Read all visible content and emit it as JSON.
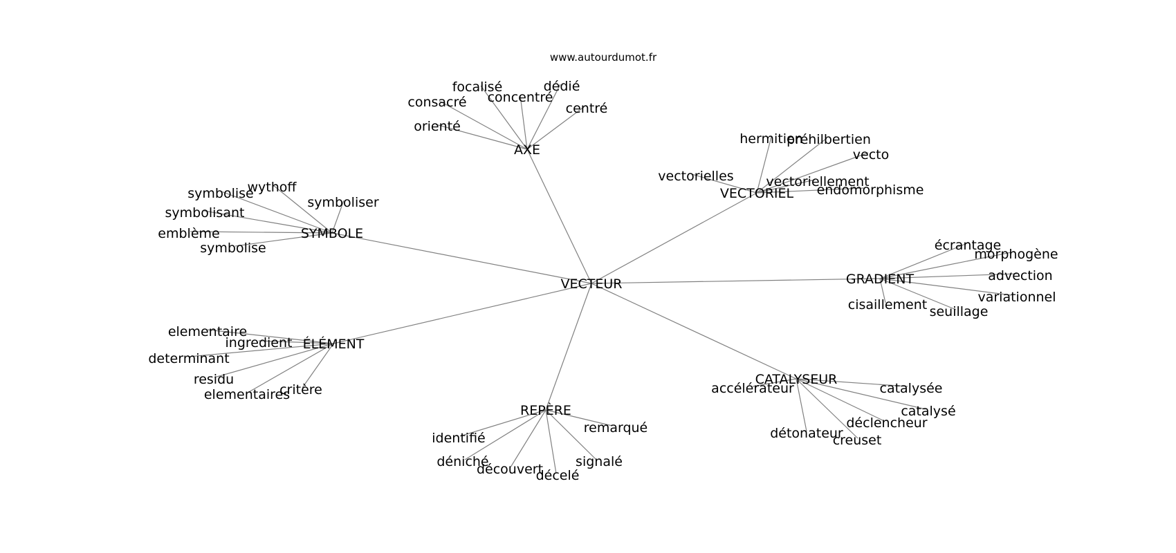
{
  "header": {
    "credit": "www.autourdumot.fr"
  },
  "graph": {
    "center": "VECTEUR",
    "hubs": [
      {
        "id": "axe",
        "label": "AXE",
        "leaves": [
          "focalisé",
          "dédié",
          "consacré",
          "concentré",
          "centré",
          "orienté"
        ]
      },
      {
        "id": "vectoriel",
        "label": "VECTORIEL",
        "leaves": [
          "hermitien",
          "préhilbertien",
          "vecto",
          "vectorielles",
          "vectoriellement",
          "endomorphisme"
        ]
      },
      {
        "id": "symbole",
        "label": "SYMBOLE",
        "leaves": [
          "wythoff",
          "symbolise",
          "symboliser",
          "symbolisant",
          "emblème",
          "symbolise"
        ]
      },
      {
        "id": "gradient",
        "label": "GRADIENT",
        "leaves": [
          "écrantage",
          "morphogène",
          "advection",
          "variationnel",
          "cisaillement",
          "seuillage"
        ]
      },
      {
        "id": "element",
        "label": "ÉLÉMENT",
        "leaves": [
          "elementaire",
          "ingredient",
          "determinant",
          "residu",
          "elementaires",
          "critère"
        ]
      },
      {
        "id": "catalyseur",
        "label": "CATALYSEUR",
        "leaves": [
          "accélérateur",
          "catalysée",
          "catalysé",
          "déclencheur",
          "détonateur",
          "creuset"
        ]
      },
      {
        "id": "repere",
        "label": "REPÈRE",
        "leaves": [
          "identifié",
          "remarqué",
          "déniché",
          "signalé",
          "découvert",
          "décelé"
        ]
      }
    ]
  }
}
